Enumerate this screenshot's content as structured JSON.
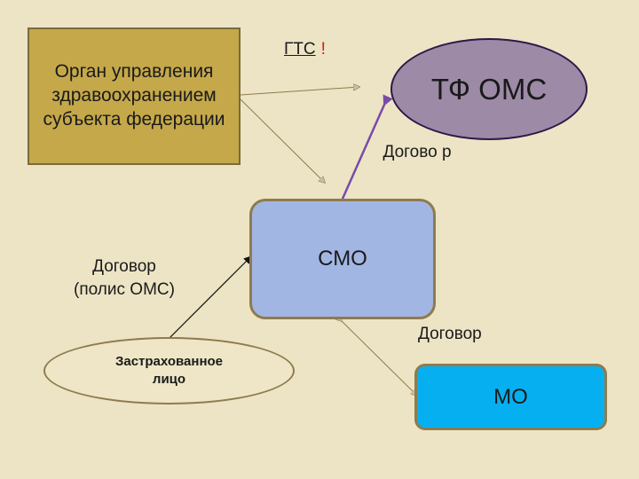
{
  "nodes": {
    "organ": "Орган управления здравоохранением субъекта федерации",
    "tfoms": "ТФ ОМС",
    "smo": "СМО",
    "insured": "Застрахованное лицо",
    "mo": "МО"
  },
  "labels": {
    "gts": "ГТС",
    "gts_mark": "!",
    "contract_tfoms_smo": "Догово р",
    "contract_insured_line1": "Договор",
    "contract_insured_line2": "(полис ОМС)",
    "contract_smo_mo": "Договор"
  },
  "colors": {
    "background": "#ece4c4",
    "organ_fill": "#c4a84a",
    "tfoms_fill": "#9c8aa6",
    "smo_fill": "#a2b6e3",
    "mo_fill": "#06b0f0",
    "insured_fill": "#eee6c6",
    "double_arrow": "#7a4aa8",
    "thin_arrow": "#8e7b4e",
    "gts_mark": "#e01010"
  }
}
